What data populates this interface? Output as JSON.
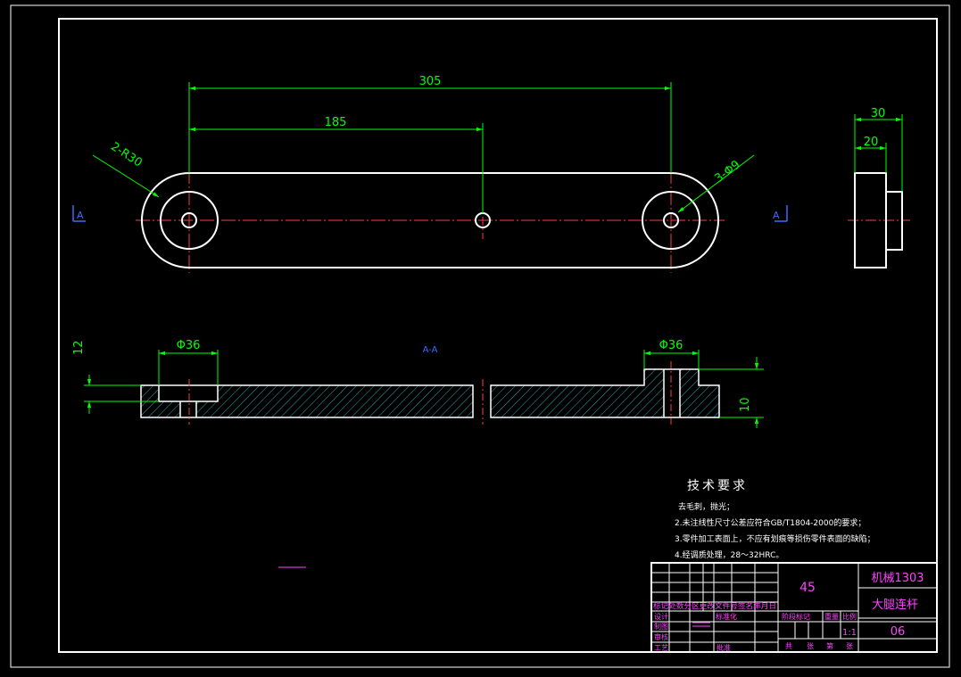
{
  "colors": {
    "background": "#000000",
    "outline": "#ffffff",
    "dimension": "#00ff00",
    "centerline": "#ff3b3b",
    "hatch": "#2aa9a9",
    "section_label": "#3a6cff",
    "titleblock_text": "#ff44ff"
  },
  "dimensions": {
    "overall_length": "305",
    "center_dist": "185",
    "end_radius": "2-R30",
    "hole_dia": "3-Φ9",
    "side_width": "30",
    "side_step": "20",
    "boss_left": "Φ36",
    "boss_right": "Φ36",
    "height_12": "12",
    "height_10": "10"
  },
  "section": {
    "mark_left": "A",
    "mark_right": "A",
    "label": "A-A"
  },
  "tech_requirements": {
    "title": "技术要求",
    "items": [
      "去毛刺，抛光；",
      "2.未注线性尺寸公差应符合GB/T1804-2000的要求；",
      "3.零件加工表面上，不应有划痕等损伤零件表面的缺陷；",
      "4.经调质处理，28～32HRC。"
    ]
  },
  "title_block": {
    "material": "45",
    "class_name": "机械1303",
    "part_name": "大腿连杆",
    "drawing_no": "06",
    "scale": "1:1",
    "row_header": "标记处数分区更改文件号签名年月日",
    "design": "设计",
    "standardize": "标准化",
    "check": "审核",
    "process": "工艺",
    "drafting": "制图",
    "approve": "批准",
    "stage_mark": "阶段标记",
    "weight": "重量",
    "scale_label": "比例",
    "total_sheets": "共",
    "sheet_unit": "张",
    "sheet_no": "第",
    "sheet_unit2": "张"
  }
}
